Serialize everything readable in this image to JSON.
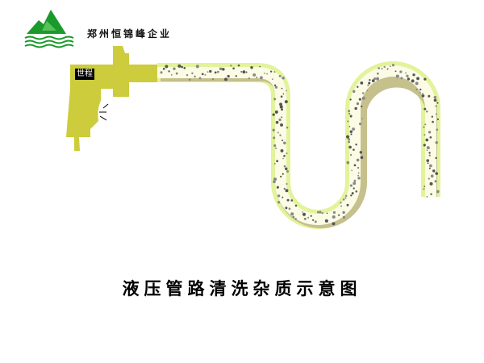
{
  "company": "郑州恒锦峰企业",
  "gun_label": "世程",
  "title": "液压管路清洗杂质示意图",
  "colors": {
    "gun": "#cccc3c",
    "pipe_outer": "#e2f39a",
    "pipe_inner": "#fbfbe6",
    "pipe_edge": "#c6c08c",
    "logo": "#1a9a2a"
  }
}
